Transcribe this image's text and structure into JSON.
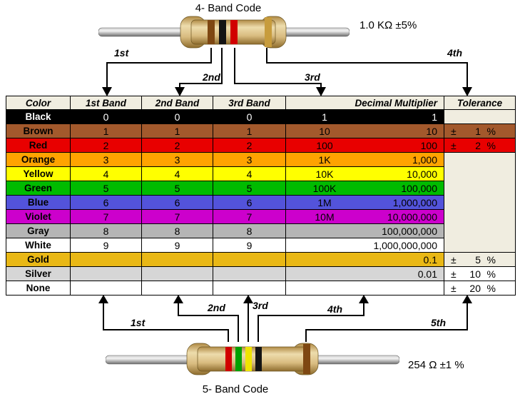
{
  "top_resistor": {
    "title": "4- Band Code",
    "value": "1.0 KΩ ±5%",
    "arrows": [
      "1st",
      "2nd",
      "3rd",
      "4th"
    ],
    "bands": [
      {
        "name": "brown",
        "color": "#7E4712"
      },
      {
        "name": "black",
        "color": "#141414"
      },
      {
        "name": "red",
        "color": "#D10000"
      },
      {
        "name": "gold",
        "color": "#C79C3D"
      }
    ]
  },
  "bottom_resistor": {
    "title": "5- Band Code",
    "value": "254 Ω ±1 %",
    "arrows": [
      "1st",
      "2nd",
      "3rd",
      "4th",
      "5th"
    ],
    "bands": [
      {
        "name": "red",
        "color": "#D10000"
      },
      {
        "name": "green",
        "color": "#00A100"
      },
      {
        "name": "yellow",
        "color": "#EFE400"
      },
      {
        "name": "black",
        "color": "#141414"
      },
      {
        "name": "brown",
        "color": "#7E4712"
      }
    ]
  },
  "table": {
    "header_bg": "#F0EDE0",
    "headers": [
      "Color",
      "1st Band",
      "2nd Band",
      "3rd Band",
      "Decimal Multiplier",
      "Tolerance"
    ],
    "rows": [
      {
        "name": "Black",
        "bg": "#000000",
        "fg": "#FFFFFF",
        "bands": [
          "0",
          "0",
          "0"
        ],
        "mult_short": "1",
        "mult_long": "1",
        "tol_pm": "",
        "tol_val": "",
        "tol_pct": "",
        "tol_bg": "#F0EDE0",
        "tol_span": 1
      },
      {
        "name": "Brown",
        "bg": "#A3592C",
        "fg": "#000000",
        "bands": [
          "1",
          "1",
          "1"
        ],
        "mult_short": "10",
        "mult_long": "10",
        "tol_pm": "±",
        "tol_val": "1",
        "tol_pct": "%",
        "tol_bg": "#A3592C",
        "tol_span": 1
      },
      {
        "name": "Red",
        "bg": "#E80000",
        "fg": "#000000",
        "bands": [
          "2",
          "2",
          "2"
        ],
        "mult_short": "100",
        "mult_long": "100",
        "tol_pm": "±",
        "tol_val": "2",
        "tol_pct": "%",
        "tol_bg": "#E80000",
        "tol_span": 1
      },
      {
        "name": "Orange",
        "bg": "#FFA300",
        "fg": "#000000",
        "bands": [
          "3",
          "3",
          "3"
        ],
        "mult_short": "1K",
        "mult_long": "1,000",
        "tol_pm": "",
        "tol_val": "",
        "tol_pct": "",
        "tol_bg": "#F0EDE0",
        "tol_span": 7
      },
      {
        "name": "Yellow",
        "bg": "#FFFF00",
        "fg": "#000000",
        "bands": [
          "4",
          "4",
          "4"
        ],
        "mult_short": "10K",
        "mult_long": "10,000",
        "tol_pm": "",
        "tol_val": "",
        "tol_pct": "",
        "tol_bg": "",
        "tol_span": 0
      },
      {
        "name": "Green",
        "bg": "#00BB00",
        "fg": "#000000",
        "bands": [
          "5",
          "5",
          "5"
        ],
        "mult_short": "100K",
        "mult_long": "100,000",
        "tol_pm": "",
        "tol_val": "",
        "tol_pct": "",
        "tol_bg": "",
        "tol_span": 0
      },
      {
        "name": "Blue",
        "bg": "#5353DB",
        "fg": "#000000",
        "bands": [
          "6",
          "6",
          "6"
        ],
        "mult_short": "1M",
        "mult_long": "1,000,000",
        "tol_pm": "",
        "tol_val": "",
        "tol_pct": "",
        "tol_bg": "",
        "tol_span": 0
      },
      {
        "name": "Violet",
        "bg": "#CC00CC",
        "fg": "#000000",
        "bands": [
          "7",
          "7",
          "7"
        ],
        "mult_short": "10M",
        "mult_long": "10,000,000",
        "tol_pm": "",
        "tol_val": "",
        "tol_pct": "",
        "tol_bg": "",
        "tol_span": 0
      },
      {
        "name": "Gray",
        "bg": "#B5B5B5",
        "fg": "#000000",
        "bands": [
          "8",
          "8",
          "8"
        ],
        "mult_short": "",
        "mult_long": "100,000,000",
        "tol_pm": "",
        "tol_val": "",
        "tol_pct": "",
        "tol_bg": "",
        "tol_span": 0
      },
      {
        "name": "White",
        "bg": "#FFFFFF",
        "fg": "#000000",
        "bands": [
          "9",
          "9",
          "9"
        ],
        "mult_short": "",
        "mult_long": "1,000,000,000",
        "tol_pm": "",
        "tol_val": "",
        "tol_pct": "",
        "tol_bg": "",
        "tol_span": 0
      },
      {
        "name": "Gold",
        "bg": "#E9B816",
        "fg": "#000000",
        "bands": [
          "",
          "",
          ""
        ],
        "mult_short": "",
        "mult_long": "0.1",
        "tol_pm": "±",
        "tol_val": "5",
        "tol_pct": "%",
        "tol_bg": "#F0EDE0",
        "tol_span": 1
      },
      {
        "name": "Silver",
        "bg": "#D6D6D6",
        "fg": "#000000",
        "bands": [
          "",
          "",
          ""
        ],
        "mult_short": "",
        "mult_long": "0.01",
        "tol_pm": "±",
        "tol_val": "10",
        "tol_pct": "%",
        "tol_bg": "#FFFFFF",
        "tol_span": 1
      },
      {
        "name": "None",
        "bg": "#FFFFFF",
        "fg": "#000000",
        "bands": [
          "",
          "",
          ""
        ],
        "mult_short": "",
        "mult_long": "",
        "tol_pm": "±",
        "tol_val": "20",
        "tol_pct": "%",
        "tol_bg": "#FFFFFF",
        "tol_span": 1
      }
    ]
  }
}
